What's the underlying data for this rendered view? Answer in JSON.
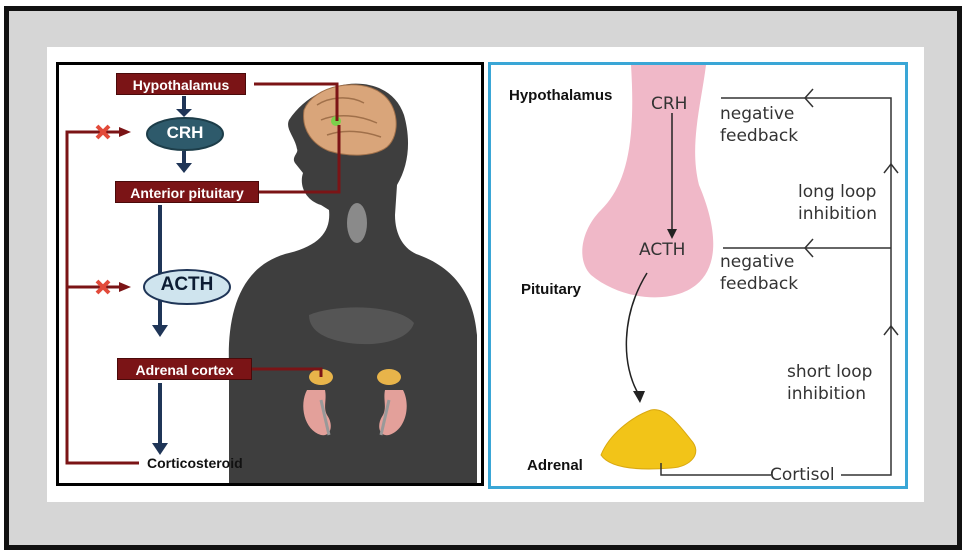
{
  "left_panel": {
    "hypothalamus": "Hypothalamus",
    "crh": "CRH",
    "anterior_pituitary": "Anterior pituitary",
    "acth": "ACTH",
    "adrenal_cortex": "Adrenal cortex",
    "corticosteroid": "Corticosteroid"
  },
  "right_panel": {
    "hypothalamus": "Hypothalamus",
    "pituitary": "Pituitary",
    "adrenal": "Adrenal",
    "crh": "CRH",
    "acth": "ACTH",
    "cortisol": "Cortisol",
    "negative_feedback_1_line1": "negative",
    "negative_feedback_1_line2": "feedback",
    "long_loop_line1": "long loop",
    "long_loop_line2": "inhibition",
    "negative_feedback_2_line1": "negative",
    "negative_feedback_2_line2": "feedback",
    "short_loop_line1": "short loop",
    "short_loop_line2": "inhibition"
  },
  "colors": {
    "dark_red": "#7b1416",
    "navy": "#1f3557",
    "crh_oval": "#2e5a6b",
    "acth_oval": "#cfe4ee",
    "panel_border_right": "#3aa6d6",
    "silhouette": "#3e3e3e",
    "pituitary_pink": "#f0b8c8",
    "adrenal_yellow": "#f2c418",
    "block_x": "#e24a3a"
  }
}
